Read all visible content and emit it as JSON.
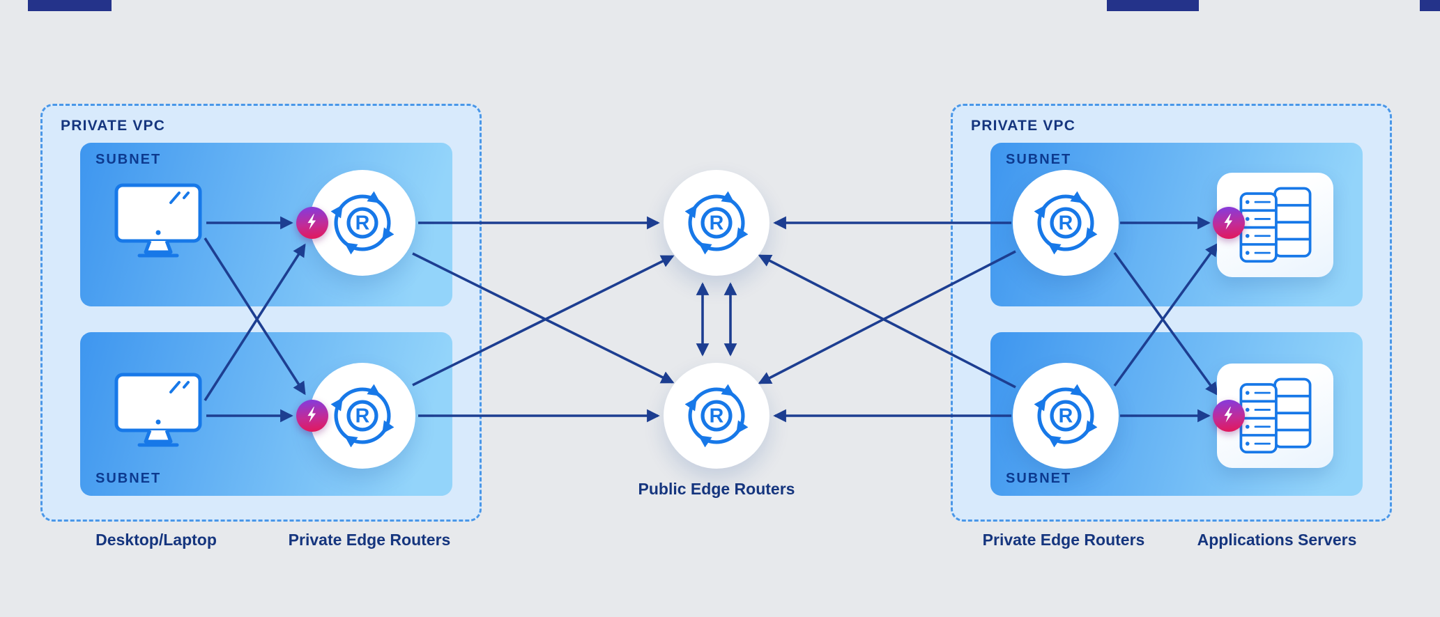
{
  "colors": {
    "page_bg": "#e7e9ec",
    "arrow_navy": "#1d3e91",
    "icon_blue": "#1778e8",
    "label_navy": "#15357e",
    "vpc_fill": "#d8eafc",
    "vpc_border": "#4a97e8",
    "subnet_grad_a": "#3e96ef",
    "subnet_grad_b": "#93d4fa",
    "badge_grad_a": "#8a3ad6",
    "badge_grad_b": "#e0195e",
    "topbar_navy": "#24338a"
  },
  "left_vpc": {
    "label": "PRIVATE VPC",
    "subnets": [
      {
        "label": "SUBNET"
      },
      {
        "label": "SUBNET"
      }
    ]
  },
  "right_vpc": {
    "label": "PRIVATE VPC",
    "subnets": [
      {
        "label": "SUBNET"
      },
      {
        "label": "SUBNET"
      }
    ]
  },
  "captions": {
    "desktop_laptop": "Desktop/Laptop",
    "private_edge_routers_left": "Private Edge Routers",
    "public_edge_routers": "Public Edge Routers",
    "private_edge_routers_right": "Private Edge Routers",
    "applications_servers": "Applications Servers"
  },
  "router_icon": {
    "letter": "R"
  }
}
